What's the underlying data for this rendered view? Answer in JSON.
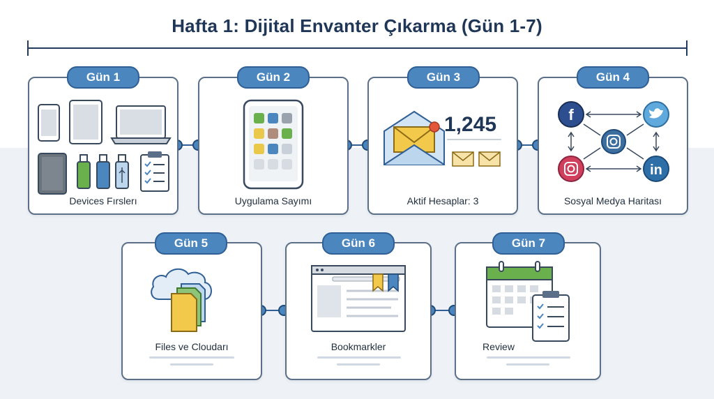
{
  "title": "Hafta 1: Dijital Envanter Çıkarma (Gün 1-7)",
  "days": [
    {
      "pill": "Gün 1",
      "label": "Devices Fırslerı"
    },
    {
      "pill": "Gün 2",
      "label": "Uygulama Sayımı"
    },
    {
      "pill": "Gün 3",
      "label": "Aktif Hesaplar: 3",
      "count": "1,245"
    },
    {
      "pill": "Gün 4",
      "label": "Sosyal Medya Haritası"
    },
    {
      "pill": "Gün 5",
      "label": "Files ve Cloudarı"
    },
    {
      "pill": "Gün 6",
      "label": "Bookmarkler"
    },
    {
      "pill": "Gün 7",
      "label": "Review"
    }
  ],
  "colors": {
    "accent": "#4b86bf",
    "title": "#1f3656",
    "border": "#5b6f88"
  }
}
